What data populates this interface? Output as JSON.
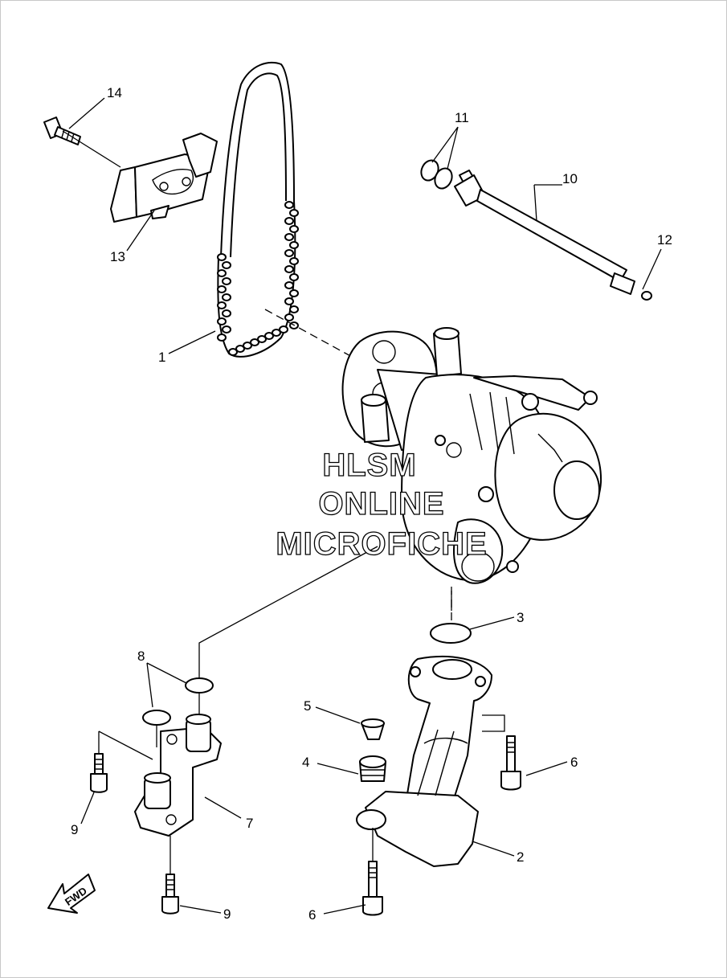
{
  "watermark": {
    "line1": "HLSM",
    "line2": "ONLINE",
    "line3": "MICROFICHE"
  },
  "direction_arrow": {
    "label": "FWD"
  },
  "callouts": {
    "c1": "1",
    "c2": "2",
    "c3": "3",
    "c4": "4",
    "c5": "5",
    "c6a": "6",
    "c6b": "6",
    "c7": "7",
    "c8": "8",
    "c9a": "9",
    "c9b": "9",
    "c10": "10",
    "c11": "11",
    "c12": "12",
    "c13": "13",
    "c14": "14"
  },
  "colors": {
    "line": "#000000",
    "background": "#ffffff",
    "frame": "#c8c8c8"
  }
}
